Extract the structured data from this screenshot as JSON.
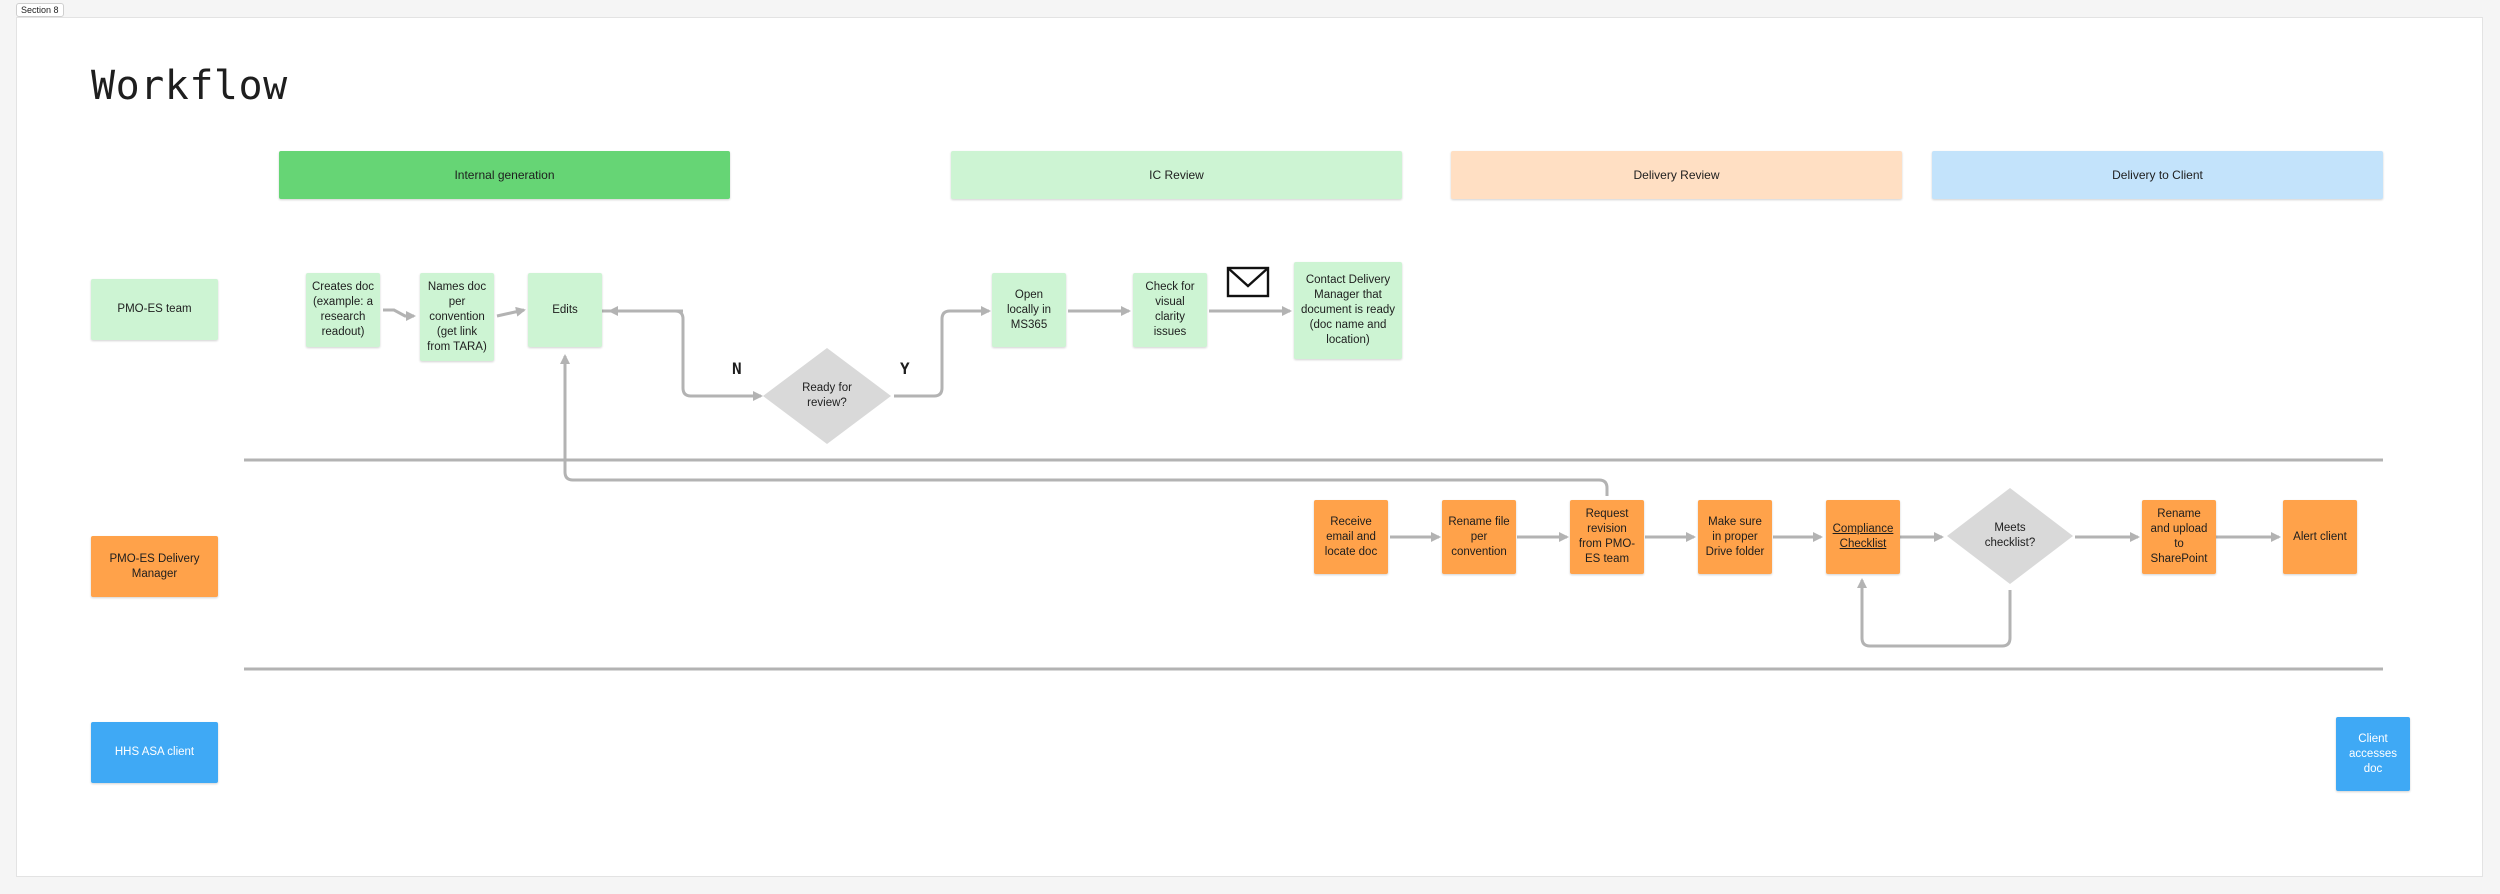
{
  "section_label": "Section 8",
  "title": "Workflow",
  "phases": [
    "Internal generation",
    "IC Review",
    "Delivery Review",
    "Delivery to Client"
  ],
  "lanes": [
    "PMO-ES team",
    "PMO-ES Delivery Manager",
    "HHS ASA client"
  ],
  "pmo_team_steps": [
    "Creates doc (example: a research readout)",
    "Names doc per convention (get link from TARA)",
    "Edits",
    "Ready for review?",
    "Open locally in MS365",
    "Check for visual clarity issues",
    "Contact Delivery Manager that document is ready (doc name and location)"
  ],
  "decision_labels": {
    "no": "N",
    "yes": "Y"
  },
  "delivery_manager_steps": [
    "Receive email and locate doc",
    "Rename file per convention",
    "Request revision from PMO-ES team",
    "Make sure in proper Drive folder",
    "Compliance Checklist",
    "Meets checklist?",
    "Rename and upload to SharePoint",
    "Alert client"
  ],
  "client_steps": [
    "Client accesses doc"
  ],
  "icons": {
    "email": "envelope-icon"
  },
  "colors": {
    "internal_generation": "#66d575",
    "ic_review": "#cdf4d3",
    "delivery_review": "#ffdfc3",
    "delivery_to_client": "#c3e3fb",
    "team_lane": "#cdf4d3",
    "delivery_manager_lane": "#ffa24a",
    "client_lane": "#3fa9f5",
    "decision": "#d9d9d9",
    "connector": "#b3b3b3"
  }
}
